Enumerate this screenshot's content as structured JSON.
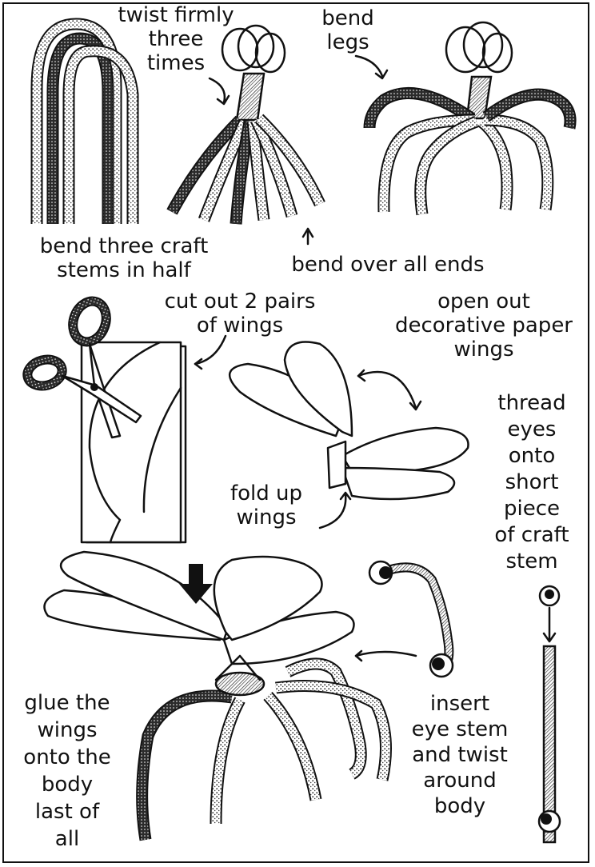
{
  "title": "",
  "steps": {
    "s1": [
      "bend three craft",
      "stems in half"
    ],
    "s2": [
      "twist firmly",
      "three",
      "times"
    ],
    "s3": [
      "bend",
      "legs"
    ],
    "s4": [
      "bend over all ends"
    ],
    "s5": [
      "cut out 2 pairs",
      "of wings"
    ],
    "s6": [
      "open out",
      "decorative paper",
      "wings"
    ],
    "s7": [
      "thread",
      "eyes",
      "onto",
      "short",
      "piece",
      "of craft",
      "stem"
    ],
    "s8": [
      "fold up",
      "wings"
    ],
    "s9": [
      "glue the",
      "wings",
      "onto the",
      "body",
      "last of",
      "all"
    ],
    "s10": [
      "insert",
      "eye stem",
      "and twist",
      "around",
      "body"
    ]
  },
  "colors": {
    "ink": "#111111",
    "paper": "#ffffff",
    "stem_light": "#d9d9d9",
    "stem_dark": "#3a3a3a"
  },
  "icons": {
    "scissors": "scissors-icon",
    "eyes": "googly-eye-icon",
    "down_arrow": "down-arrow-icon"
  }
}
